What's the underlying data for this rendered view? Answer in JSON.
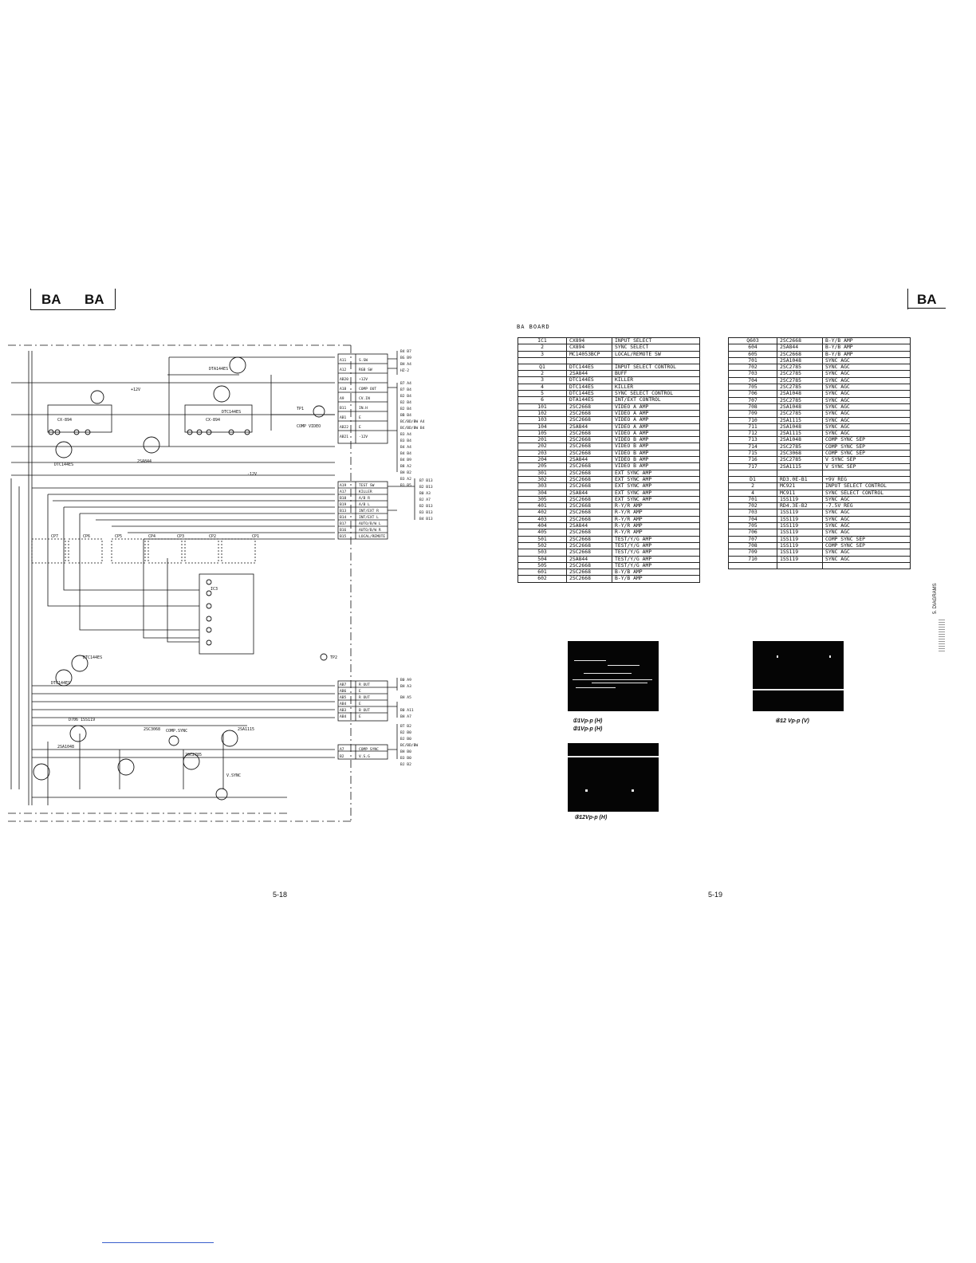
{
  "header_left": {
    "tag1": "BA",
    "tag2": "BA"
  },
  "header_right": {
    "tag": "BA"
  },
  "table_title": "BA BOARD",
  "parts_left": [
    [
      "IC1",
      "CX894",
      "INPUT SELECT"
    ],
    [
      "2",
      "CX894",
      "SYNC SELECT"
    ],
    [
      "3",
      "MC14053BCP",
      "LOCAL/REMOTE SW"
    ],
    [
      "",
      "",
      ""
    ],
    [
      "Q1",
      "DTC144ES",
      "INPUT SELECT CONTROL"
    ],
    [
      "2",
      "2SA844",
      "BUFF"
    ],
    [
      "3",
      "DTC144ES",
      "KILLER"
    ],
    [
      "4",
      "DTC144ES",
      "KILLER"
    ],
    [
      "5",
      "DTC144ES",
      "SYNC SELECT CONTROL"
    ],
    [
      "6",
      "DTA144ES",
      "INT/EXT CONTROL"
    ],
    [
      "101",
      "2SC2668",
      "VIDEO A AMP"
    ],
    [
      "102",
      "2SC2668",
      "VIDEO A AMP"
    ],
    [
      "103",
      "2SC2668",
      "VIDEO A AMP"
    ],
    [
      "104",
      "2SA844",
      "VIDEO A AMP"
    ],
    [
      "105",
      "2SC2668",
      "VIDEO A AMP"
    ],
    [
      "201",
      "2SC2668",
      "VIDEO B AMP"
    ],
    [
      "202",
      "2SC2668",
      "VIDEO B AMP"
    ],
    [
      "203",
      "2SC2668",
      "VIDEO B AMP"
    ],
    [
      "204",
      "2SA844",
      "VIDEO B AMP"
    ],
    [
      "205",
      "2SC2668",
      "VIDEO B AMP"
    ],
    [
      "301",
      "2SC2668",
      "EXT SYNC AMP"
    ],
    [
      "302",
      "2SC2668",
      "EXT SYNC AMP"
    ],
    [
      "303",
      "2SC2668",
      "EXT SYNC AMP"
    ],
    [
      "304",
      "2SA844",
      "EXT SYNC AMP"
    ],
    [
      "305",
      "2SC2668",
      "EXT SYNC AMP"
    ],
    [
      "401",
      "2SC2668",
      "R-Y/R AMP"
    ],
    [
      "402",
      "2SC2668",
      "R-Y/R AMP"
    ],
    [
      "403",
      "2SC2668",
      "R-Y/R AMP"
    ],
    [
      "404",
      "2SA844",
      "R-Y/R AMP"
    ],
    [
      "405",
      "2SC2668",
      "R-Y/R AMP"
    ],
    [
      "501",
      "2SC2668",
      "TEST/Y/G AMP"
    ],
    [
      "502",
      "2SC2668",
      "TEST/Y/G AMP"
    ],
    [
      "503",
      "2SC2668",
      "TEST/Y/G AMP"
    ],
    [
      "504",
      "2SA844",
      "TEST/Y/G AMP"
    ],
    [
      "505",
      "2SC2668",
      "TEST/Y/G AMP"
    ],
    [
      "601",
      "2SC2668",
      "B-Y/B AMP"
    ],
    [
      "602",
      "2SC2668",
      "B-Y/B AMP"
    ]
  ],
  "parts_right": [
    [
      "Q603",
      "2SC2668",
      "B-Y/B AMP"
    ],
    [
      "604",
      "2SA844",
      "B-Y/B AMP"
    ],
    [
      "605",
      "2SC2668",
      "B-Y/B AMP"
    ],
    [
      "701",
      "2SA1048",
      "SYNC AGC"
    ],
    [
      "702",
      "2SC2785",
      "SYNC AGC"
    ],
    [
      "703",
      "2SC2785",
      "SYNC AGC"
    ],
    [
      "704",
      "2SC2785",
      "SYNC AGC"
    ],
    [
      "705",
      "2SC2785",
      "SYNC AGC"
    ],
    [
      "706",
      "2SA1048",
      "SYNC AGC"
    ],
    [
      "707",
      "2SC2785",
      "SYNC AGC"
    ],
    [
      "708",
      "2SA1048",
      "SYNC AGC"
    ],
    [
      "709",
      "2SC2785",
      "SYNC AGC"
    ],
    [
      "710",
      "2SA1115",
      "SYNC AGC"
    ],
    [
      "711",
      "2SA1048",
      "SYNC AGC"
    ],
    [
      "712",
      "2SA1115",
      "SYNC AGC"
    ],
    [
      "713",
      "2SA1048",
      "COMP SYNC SEP"
    ],
    [
      "714",
      "2SC2785",
      "COMP SYNC SEP"
    ],
    [
      "715",
      "2SC3068",
      "COMP SYNC SEP"
    ],
    [
      "716",
      "2SC2785",
      "V SYNC SEP"
    ],
    [
      "717",
      "2SA1115",
      "V SYNC SEP"
    ],
    [
      "",
      "",
      ""
    ],
    [
      "D1",
      "RD3.0E-B1",
      "+9V REG"
    ],
    [
      "2",
      "MC921",
      "INPUT SELECT CONTROL"
    ],
    [
      "4",
      "MC911",
      "SYNC SELECT CONTROL"
    ],
    [
      "701",
      "1SS119",
      "SYNC AGC"
    ],
    [
      "702",
      "RD4.3E-B2",
      "-7.5V REG"
    ],
    [
      "703",
      "1SS119",
      "SYNC AGC"
    ],
    [
      "704",
      "1SS119",
      "SYNC AGC"
    ],
    [
      "705",
      "1SS119",
      "SYNC AGC"
    ],
    [
      "706",
      "1SS119",
      "SYNC AGC"
    ],
    [
      "707",
      "1SS119",
      "COMP SYNC SEP"
    ],
    [
      "708",
      "1SS119",
      "COMP SYNC SEP"
    ],
    [
      "709",
      "1SS119",
      "SYNC AGC"
    ],
    [
      "710",
      "1SS119",
      "SYNC AGC"
    ],
    [
      "",
      "",
      ""
    ]
  ],
  "waveforms": {
    "w1": "①1Vp-p (H)",
    "w2": "②1Vp-p (H)",
    "w3": "③12Vp-p (H)",
    "w4": "④12 Vp-p (V)"
  },
  "page_numbers": {
    "left": "5-18",
    "right": "5-19"
  },
  "side_label": "5. DIAGRAMS",
  "schematic": {
    "ic_labels": [
      "CX-894",
      "CX-894"
    ],
    "transistors": [
      "DTC144ES",
      "DTA144ES",
      "DTC144ES",
      "2SA844",
      "DTC144ES",
      "DTC144ES",
      "2SA1048",
      "2SC2785",
      "2SC3068",
      "2SA1115"
    ],
    "connector_top": [
      [
        "A11",
        "S.SW"
      ],
      [
        "A12",
        "RGB SW"
      ],
      [
        "AB20",
        "+12V"
      ],
      [
        "A18",
        "COMP OUT"
      ],
      [
        "A9",
        "CV.IN"
      ],
      [
        "B11",
        "IN.H"
      ],
      [
        "AB1",
        "E"
      ],
      [
        "AB22",
        "E"
      ],
      [
        "AB21",
        "-12V"
      ]
    ],
    "connector_mid": [
      [
        "A19",
        "TEST SW"
      ],
      [
        "A17",
        "KILLER"
      ],
      [
        "B18",
        "A/B R"
      ],
      [
        "B19",
        "A/B L"
      ],
      [
        "B13",
        "INT/EXT R"
      ],
      [
        "B14",
        "INT/EXT L"
      ],
      [
        "B17",
        "AUTO/B/W L"
      ],
      [
        "B16",
        "AUTO/B/W R"
      ],
      [
        "B15",
        "LOCAL/REMOTE"
      ]
    ],
    "connector_out": [
      [
        "AB7",
        "R OUT"
      ],
      [
        "AB6",
        "E"
      ],
      [
        "AB5",
        "R OUT"
      ],
      [
        "AB4",
        "E"
      ],
      [
        "AB3",
        "B OUT"
      ],
      [
        "AB4",
        "E"
      ]
    ],
    "connector_sync": [
      [
        "A7",
        "COMP SYNC"
      ],
      [
        "B2",
        "V.S.G"
      ]
    ],
    "ext_labels_top": [
      "B4 B7",
      "BG B9",
      "BH A4",
      "HZ-2",
      "B7 A4",
      "B7 B4",
      "B2 B4",
      "B2 B4",
      "B2 B4",
      "BB B4",
      "BC/BD/BW A4",
      "BC/BD/BW B4",
      "B3 A4",
      "B3 B4",
      "B4 A4",
      "B4 B4",
      "B4 B9",
      "B8 A2",
      "BH B2",
      "B3 A2",
      "B1 B5"
    ],
    "ext_labels_mid": [
      "B7 B13",
      "B2 B13",
      "B0 A3",
      "BJ A7",
      "B2 B13",
      "B3 B13",
      "B4 B13"
    ],
    "ext_labels_out": [
      "B0 A9",
      "BH A3",
      "BH A5",
      "B0 A11",
      "BH A7"
    ],
    "ext_labels_sync": [
      "BT B2",
      "B2 B0",
      "BJ B0",
      "BC/BD/BW",
      "BH B0",
      "B3 B0",
      "BJ B2"
    ],
    "misc": [
      "COMP VIDEO",
      "CP7",
      "CP6",
      "CP5",
      "CP4",
      "CP3",
      "CP2",
      "CP1",
      "IC3",
      "TP2",
      "TP1",
      "-12V",
      "+12V",
      "V.SYNC",
      "COMP.SYNC",
      "D706 1SS119"
    ]
  }
}
